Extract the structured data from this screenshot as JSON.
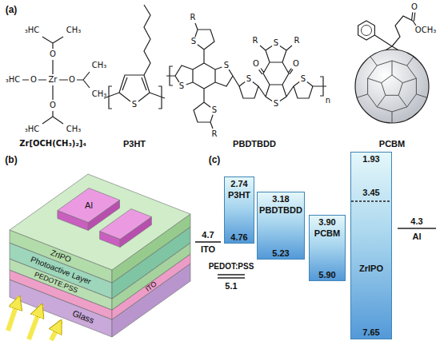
{
  "diagram": {
    "nodes": [
      {
        "text": [
          "2.74",
          "P3HT",
          "4.76"
        ]
      },
      {
        "text": [
          "3.18",
          "PBDTBDD",
          "5.23"
        ]
      },
      {
        "text": [
          "3.90",
          "PCBM",
          "5.90"
        ]
      },
      {
        "text": [
          "1.93",
          "3.45",
          "ZrIPO",
          "7.65"
        ]
      }
    ],
    "labels": [
      "(a)",
      "₃HC",
      "CH₃",
      "O",
      "₃HC",
      "O",
      "Zr",
      "O",
      "CH₃",
      "CH₃",
      "O",
      "₃HC",
      "CH₃",
      "Zr[OCH(CH₃)₂]₄",
      "S",
      "P3HT",
      "R",
      "S",
      "S",
      "S",
      "S",
      "R",
      "S",
      "R",
      "S",
      "R",
      "O",
      "O",
      "S",
      "S",
      "n",
      "PBDTBDD",
      "O",
      "OCH₃",
      "PCBM",
      "(b)",
      "Al",
      "ZrIPO",
      "Photoactive Layer",
      "PEDOTE:PSS",
      "ITO",
      "Glass",
      "4.7",
      "ITO",
      "(c)",
      "PEDOT:PSS",
      "5.1",
      "4.3",
      "Al"
    ]
  }
}
